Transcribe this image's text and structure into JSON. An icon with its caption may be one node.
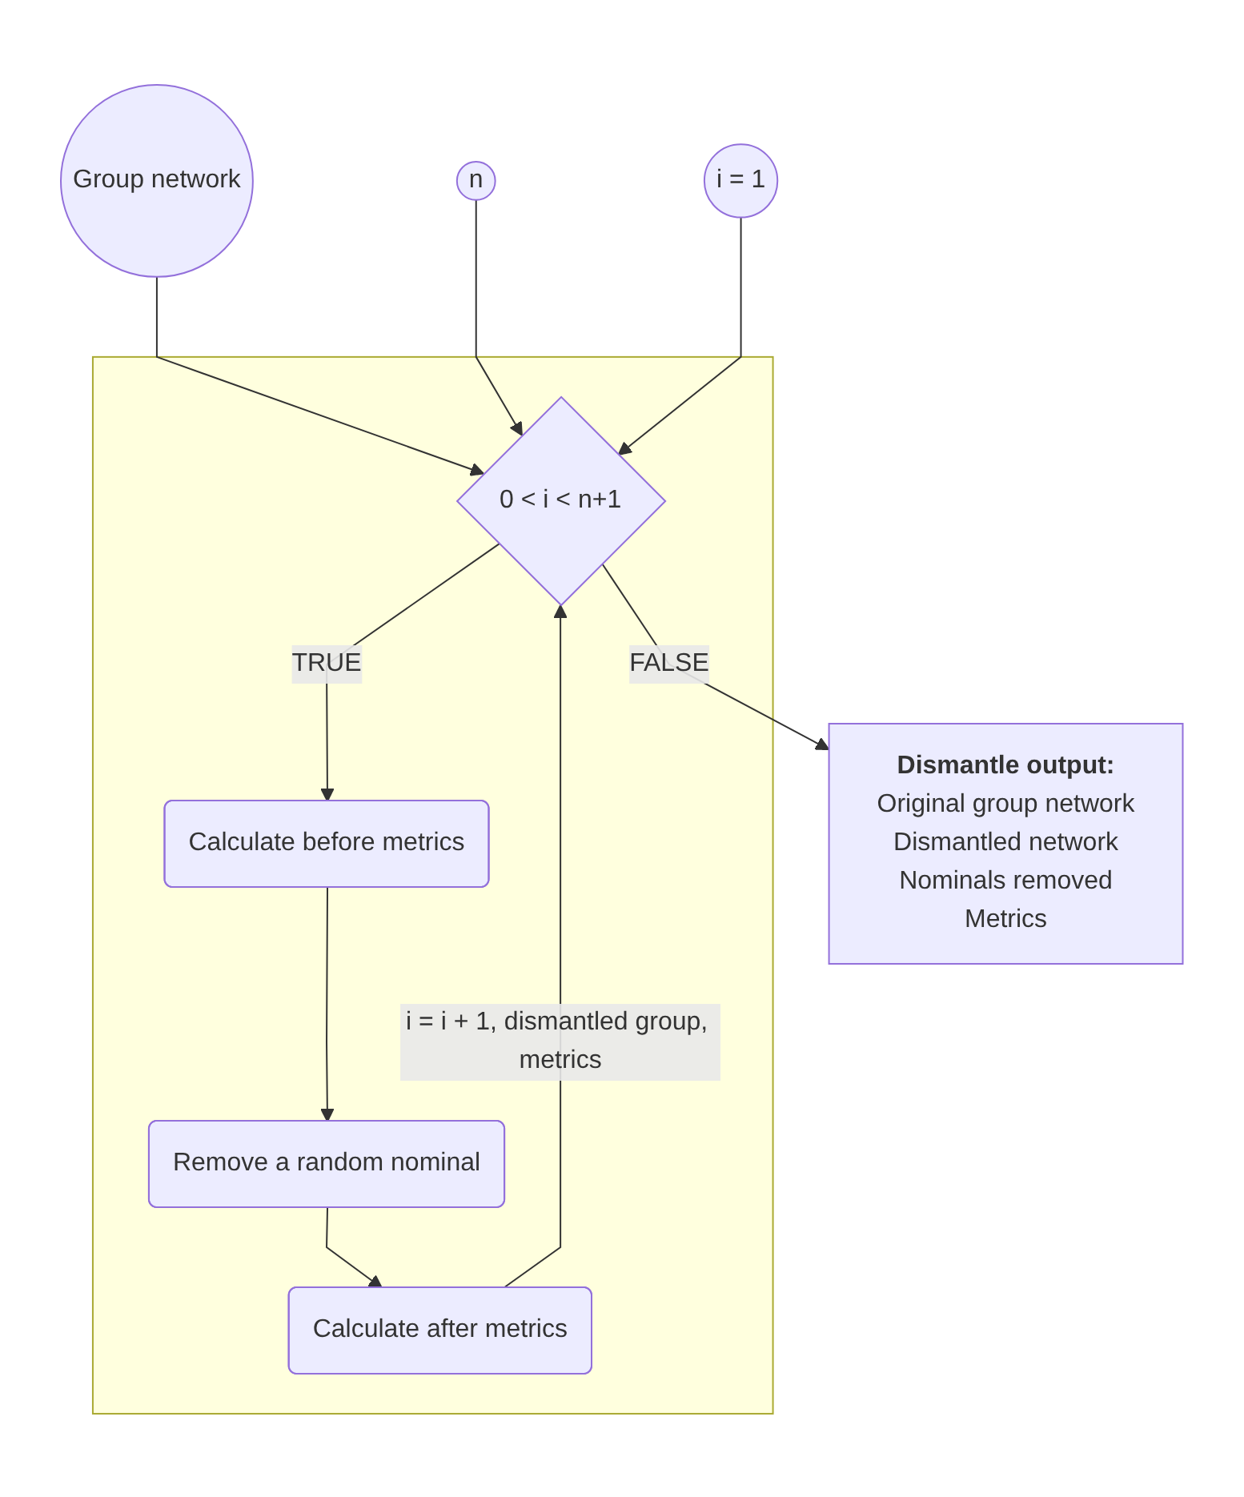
{
  "diagram": {
    "nodes": [
      {
        "text": [
          "Group network"
        ]
      },
      {
        "text": [
          "n"
        ]
      },
      {
        "text": [
          "i = 1"
        ]
      },
      {
        "text": [],
        "shape": "box"
      },
      {
        "text": [
          "0 < i < n+1"
        ],
        "in": 3
      },
      {
        "text": [
          "Calculate before metrics"
        ],
        "in": 3
      },
      {
        "text": [
          "Remove a random nominal"
        ],
        "in": 3
      },
      {
        "text": [
          "Calculate after metrics"
        ],
        "in": 3
      },
      {
        "text": [
          "Dismantle output:",
          "Original group network",
          "Dismantled network",
          "Nominals removed",
          "Metrics"
        ]
      }
    ],
    "edges": [
      {
        "from": 0,
        "to": 4,
        "arrow": "to"
      },
      {
        "from": 1,
        "to": 4,
        "arrow": "to"
      },
      {
        "from": 2,
        "to": 4,
        "arrow": "to"
      },
      {
        "from": 4,
        "to": 5,
        "label": "TRUE",
        "arrow": "to"
      },
      {
        "from": 4,
        "to": 8,
        "label": "FALSE",
        "arrow": "to"
      },
      {
        "from": 5,
        "to": 6,
        "arrow": "to"
      },
      {
        "from": 6,
        "to": 7,
        "arrow": "to"
      },
      {
        "from": 7,
        "to": 4,
        "label": "i = i + 1, dismantled group, metrics",
        "arrow": "to"
      }
    ]
  }
}
